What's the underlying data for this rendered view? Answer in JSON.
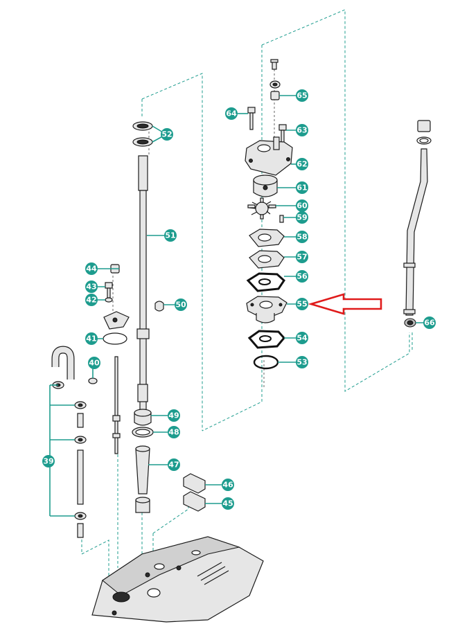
{
  "diagram": {
    "callouts": [
      "39",
      "40",
      "41",
      "42",
      "43",
      "44",
      "45",
      "46",
      "47",
      "48",
      "49",
      "50",
      "51",
      "52",
      "53",
      "54",
      "55",
      "56",
      "57",
      "58",
      "59",
      "60",
      "61",
      "62",
      "63",
      "64",
      "65",
      "66"
    ],
    "highlight_part": "55",
    "colors": {
      "callout": "#1d9c8e",
      "highlight_arrow": "#e01b1b",
      "line": "#1a1a1a",
      "part_fill": "#e6e6e6"
    }
  }
}
